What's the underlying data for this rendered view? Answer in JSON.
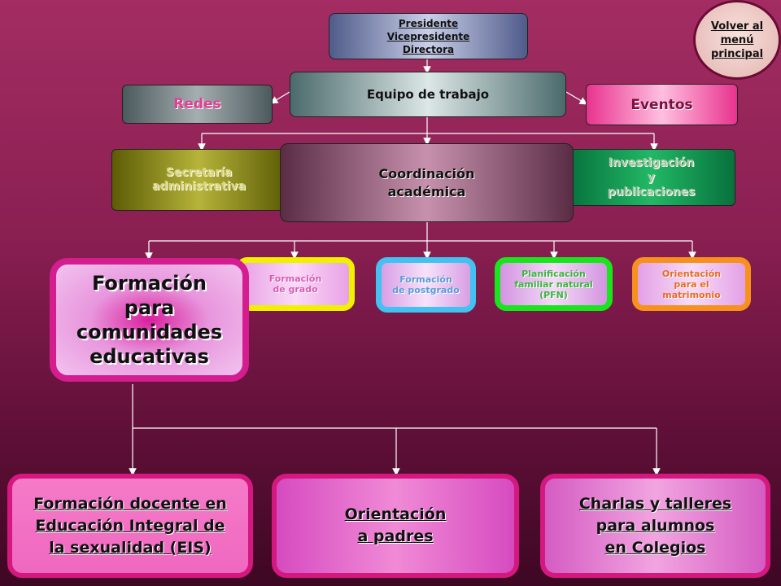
{
  "volver": [
    "Volver al",
    "menú",
    "principal"
  ],
  "top": [
    "Presidente",
    "Vicepresidente",
    "Directora"
  ],
  "equipo": "Equipo de trabajo",
  "redes": "Redes",
  "eventos": "Eventos",
  "secretaria": [
    "Secretaría",
    "administrativa"
  ],
  "coordinacion": [
    "Coordinación",
    "académica"
  ],
  "investigacion": [
    "Investigación",
    "y",
    "publicaciones"
  ],
  "programs": {
    "grado": [
      "Formación",
      "de grado"
    ],
    "postgrado": [
      "Formación",
      "de postgrado"
    ],
    "pfn": [
      "Planificación",
      "familiar natural",
      "(PFN)"
    ],
    "matrimonio": [
      "Orientación",
      "para el",
      "matrimonio"
    ]
  },
  "comunidades": [
    "Formación",
    "para",
    "comunidades",
    "educativas"
  ],
  "bottom": {
    "docente": [
      "Formación docente en",
      "Educación Integral de",
      "la sexualidad (EIS)"
    ],
    "padres": [
      "Orientación",
      "a padres"
    ],
    "charlas": [
      "Charlas y talleres",
      "para alumnos",
      "en Colegios"
    ]
  },
  "colors": {
    "background": "#8a1f52",
    "accent_magenta": "#d41d8e",
    "connector": "#ffffff"
  }
}
